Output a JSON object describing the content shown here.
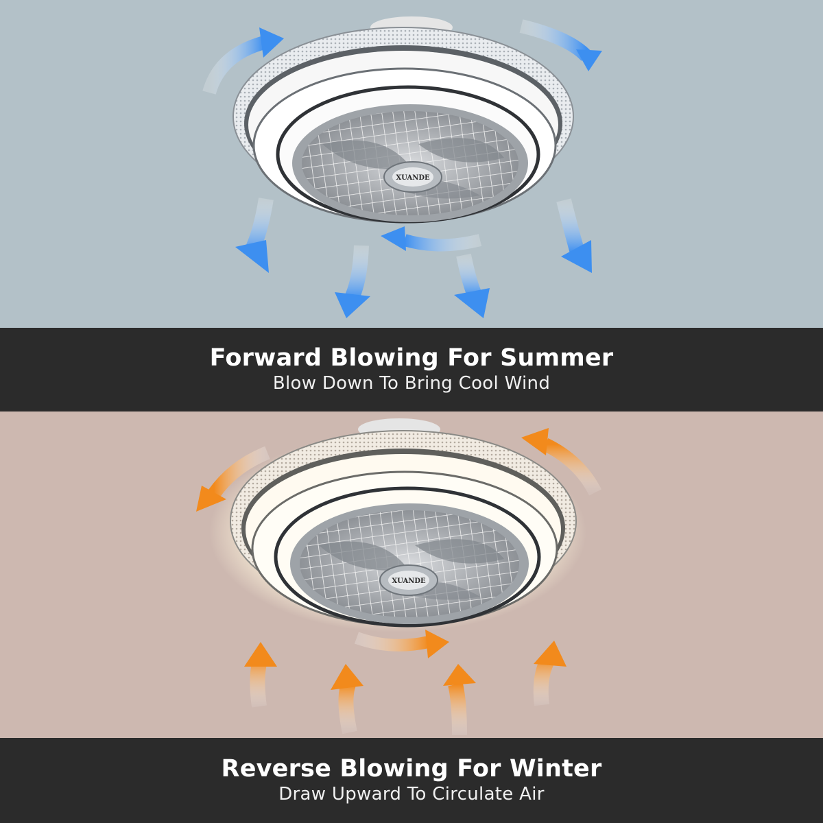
{
  "summer": {
    "title": "Forward Blowing For Summer",
    "subtitle": "Blow Down To Bring Cool Wind",
    "brand": "XUANDE",
    "arrow_color": "#3d8ff0",
    "arrow_direction": "down"
  },
  "winter": {
    "title": "Reverse Blowing For Winter",
    "subtitle": "Draw Upward To Circulate Air",
    "brand": "XUANDE",
    "arrow_color": "#f28a1c",
    "arrow_direction": "up"
  },
  "colors": {
    "summer_background": "#b3c1c8",
    "winter_background": "#cdb8b0",
    "caption_band": "#2b2b2b"
  }
}
